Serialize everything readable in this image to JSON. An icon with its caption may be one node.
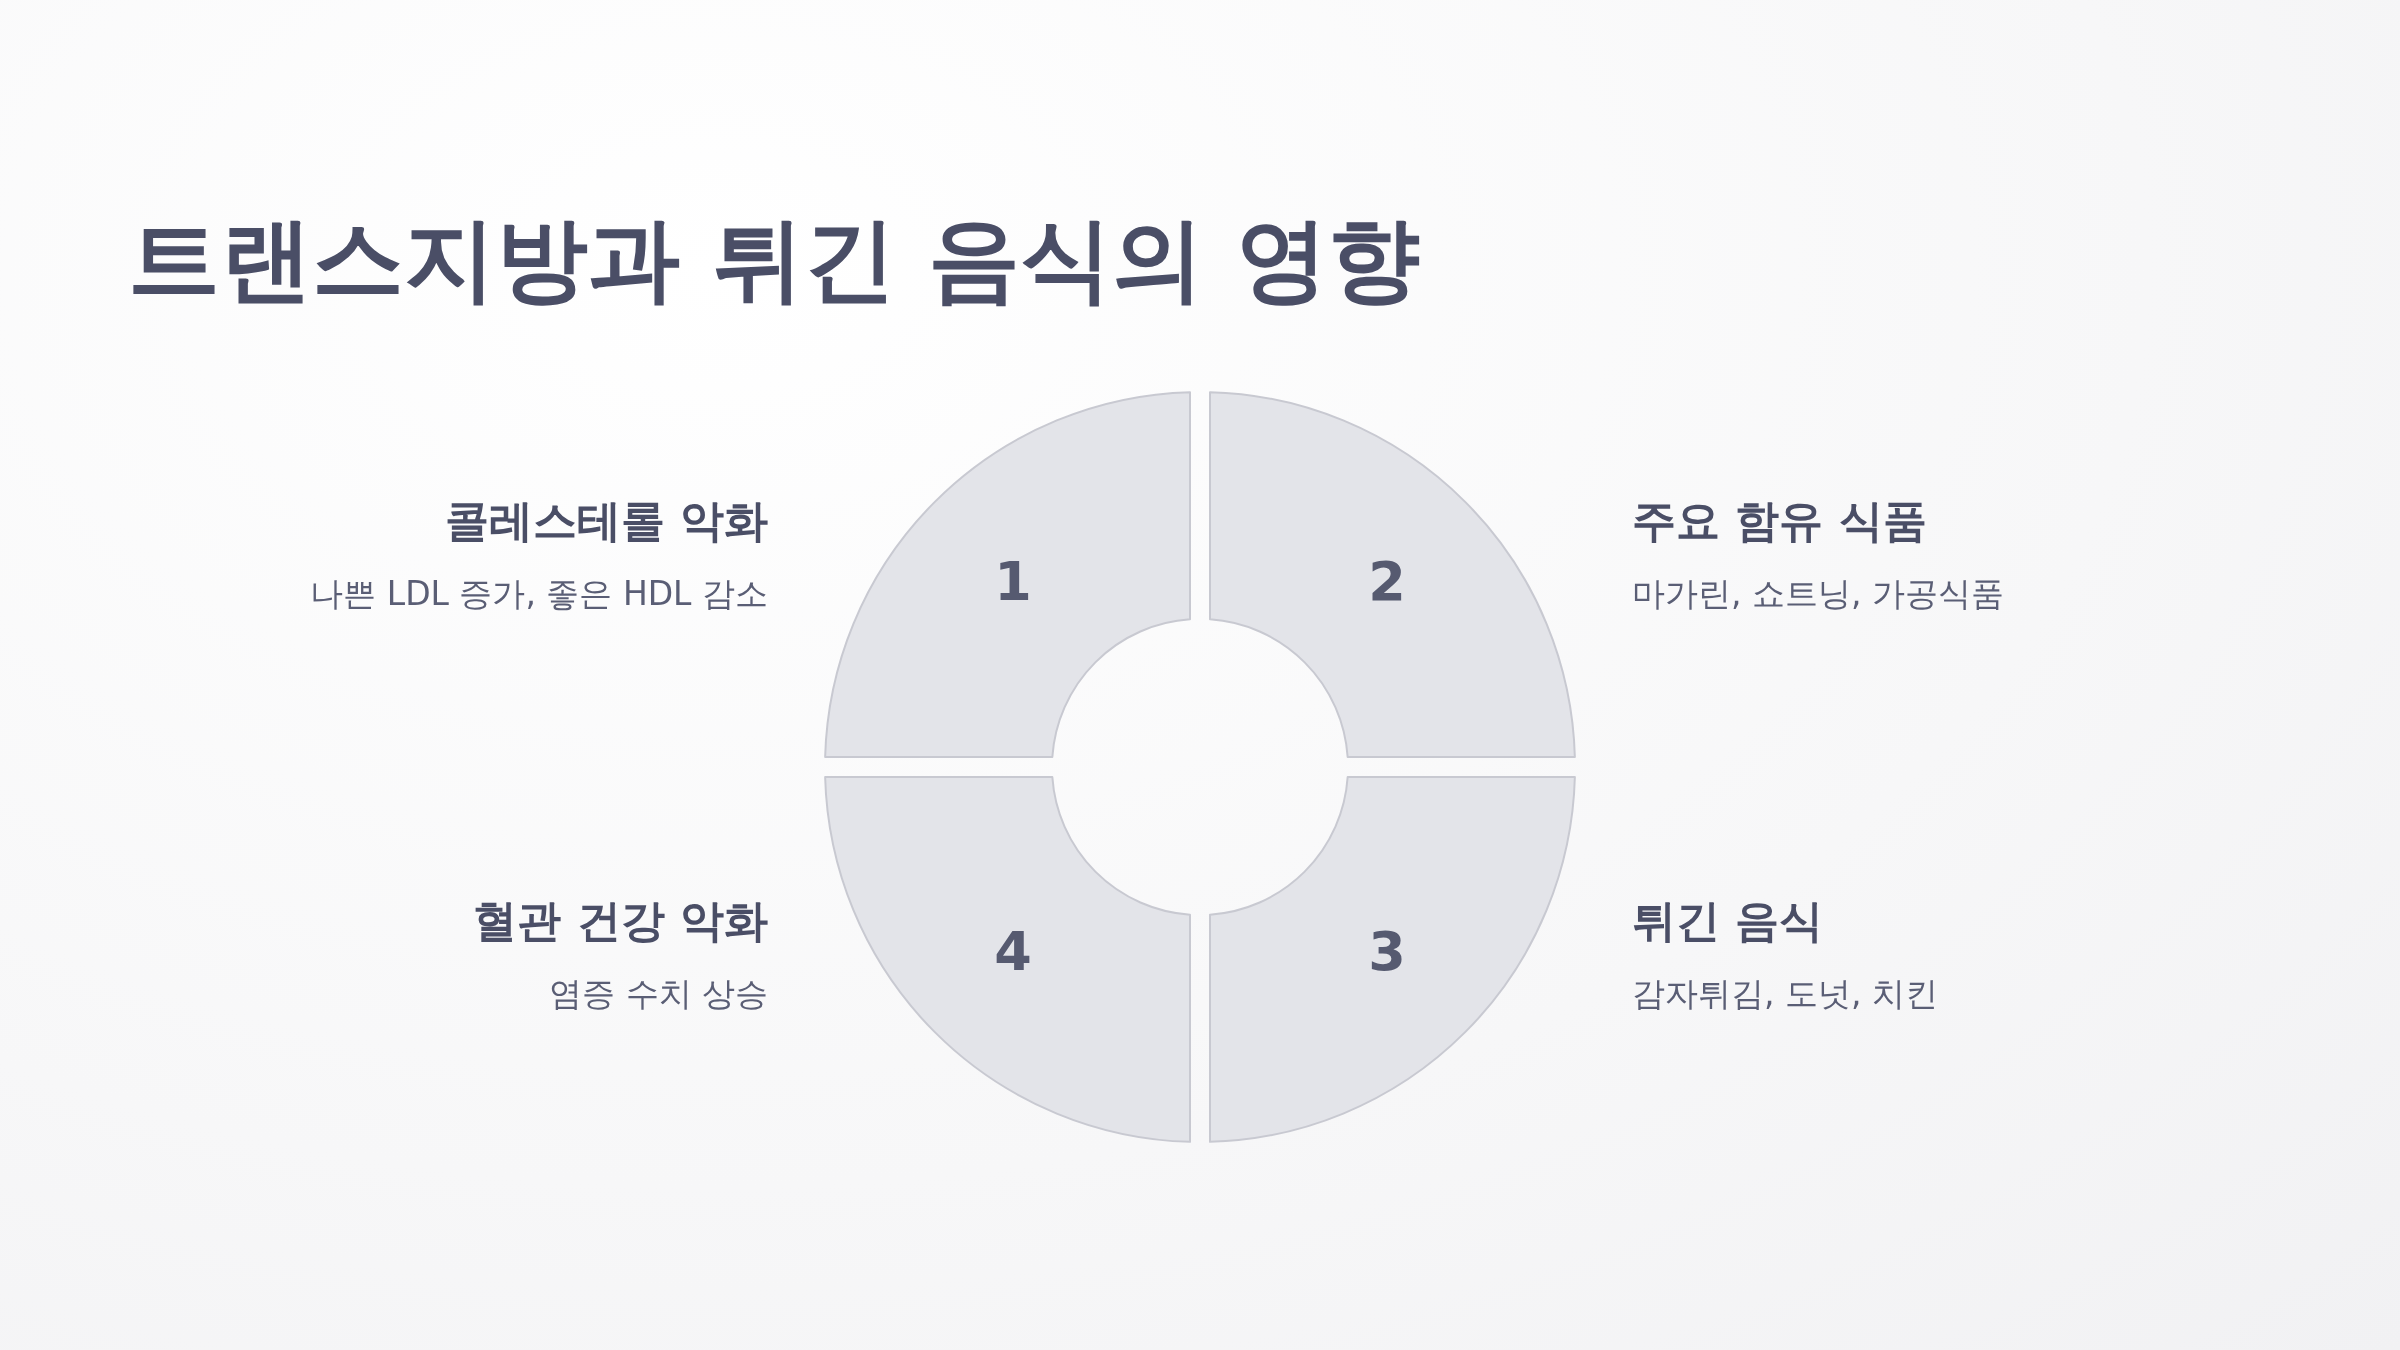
{
  "diagram": {
    "title": "트랜스지방과 튀긴 음식의 영향",
    "nodes": [
      {
        "text": [
          "1"
        ],
        "beside": [
          "콜레스테롤 악화",
          "나쁜 LDL 증가, 좋은 HDL 감소"
        ]
      },
      {
        "text": [
          "2"
        ],
        "beside": [
          "주요 함유 식품",
          "마가린, 쇼트닝, 가공식품"
        ]
      },
      {
        "text": [
          "4"
        ],
        "beside": [
          "혈관 건강 악화",
          "염증 수치 상승"
        ]
      },
      {
        "text": [
          "3"
        ],
        "beside": [
          "튀긴 음식",
          "감자튀김, 도넛, 치킨"
        ]
      }
    ]
  }
}
